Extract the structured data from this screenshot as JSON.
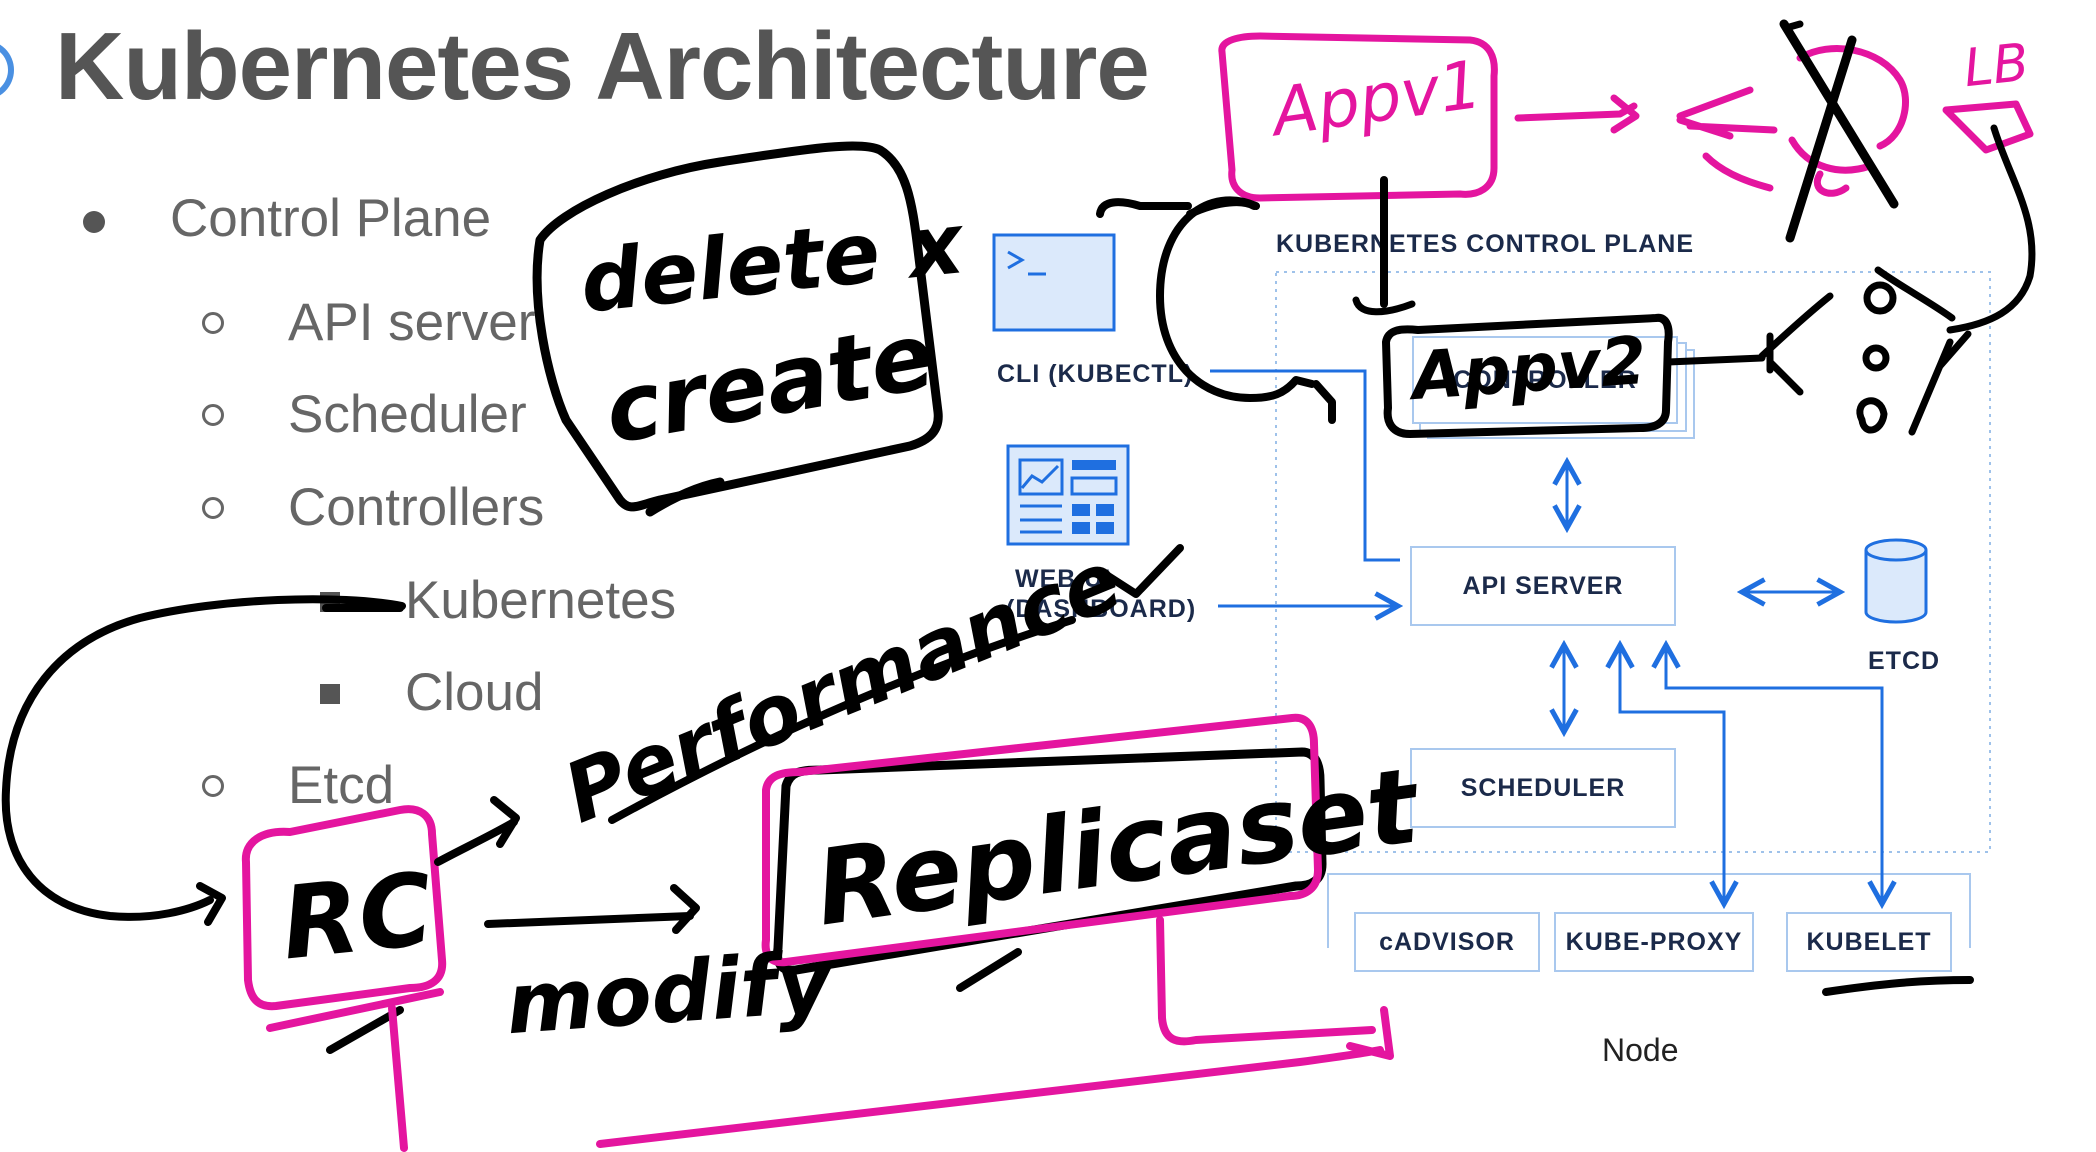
{
  "slide": {
    "title": "Kubernetes Architecture",
    "bullets": [
      {
        "level": 1,
        "marker": "dot",
        "text": "Control Plane"
      },
      {
        "level": 2,
        "marker": "circle",
        "text": "API server"
      },
      {
        "level": 2,
        "marker": "circle",
        "text": "Scheduler"
      },
      {
        "level": 2,
        "marker": "circle",
        "text": "Controllers"
      },
      {
        "level": 3,
        "marker": "square",
        "text": "Kubernetes"
      },
      {
        "level": 3,
        "marker": "square",
        "text": "Cloud"
      },
      {
        "level": 2,
        "marker": "circle",
        "text": "Etcd"
      }
    ]
  },
  "diagram": {
    "control_plane_label": "KUBERNETES CONTROL PLANE",
    "cli_label": "CLI (KUBECTL)",
    "web_ui_label_1": "WEB UI",
    "web_ui_label_2": "(DASHBOARD)",
    "controller_label": "CONTROLLER",
    "api_server_label": "API SERVER",
    "scheduler_label": "SCHEDULER",
    "etcd_label": "ETCD",
    "node_components": [
      "cADVISOR",
      "KUBE-PROXY",
      "KUBELET"
    ],
    "node_label": "Node",
    "colors": {
      "box_border": "#a9c8ee",
      "arrow": "#1f6fe0",
      "icon_fill": "#dbe9fb",
      "label_text": "#1b2a4a"
    }
  },
  "annotations": {
    "app1": "Appv1",
    "lb": "LB",
    "delete_create": [
      "delete x",
      "create"
    ],
    "appv2": "Appv2",
    "performance": "Performance",
    "rc": "RC",
    "modify": "modify",
    "replicaset": "Replicaset",
    "ink_colors": {
      "black": "#000000",
      "magenta": "#e4159f"
    }
  }
}
